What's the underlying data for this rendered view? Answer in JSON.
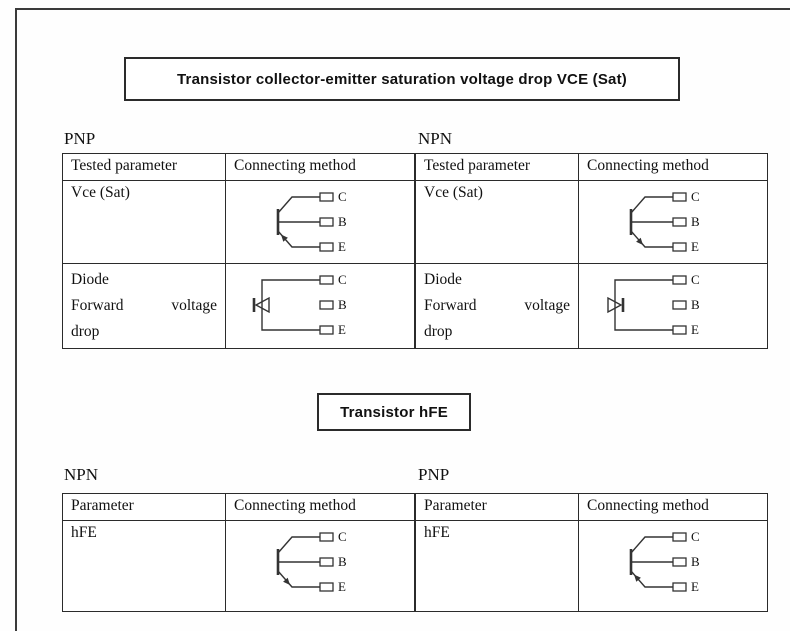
{
  "titles": {
    "vce": "Transistor collector-emitter saturation voltage drop VCE (Sat)",
    "hfe": "Transistor hFE"
  },
  "terminals": [
    "C",
    "B",
    "E"
  ],
  "vce": {
    "tables": [
      {
        "label": "PNP",
        "headers": [
          "Tested parameter",
          "Connecting method"
        ],
        "row1": {
          "param": "Vce (Sat)"
        },
        "row2": {
          "line1": "Diode",
          "line2": "Forward voltage",
          "line3": "drop"
        }
      },
      {
        "label": "NPN",
        "headers": [
          "Tested parameter",
          "Connecting method"
        ],
        "row1": {
          "param": "Vce (Sat)"
        },
        "row2": {
          "line1": "Diode",
          "line2": "Forward voltage",
          "line3": "drop"
        }
      }
    ]
  },
  "hfe": {
    "tables": [
      {
        "label": "NPN",
        "headers": [
          "Parameter",
          "Connecting method"
        ],
        "row1": {
          "param": "hFE"
        }
      },
      {
        "label": "PNP",
        "headers": [
          "Parameter",
          "Connecting method"
        ],
        "row1": {
          "param": "hFE"
        }
      }
    ]
  }
}
